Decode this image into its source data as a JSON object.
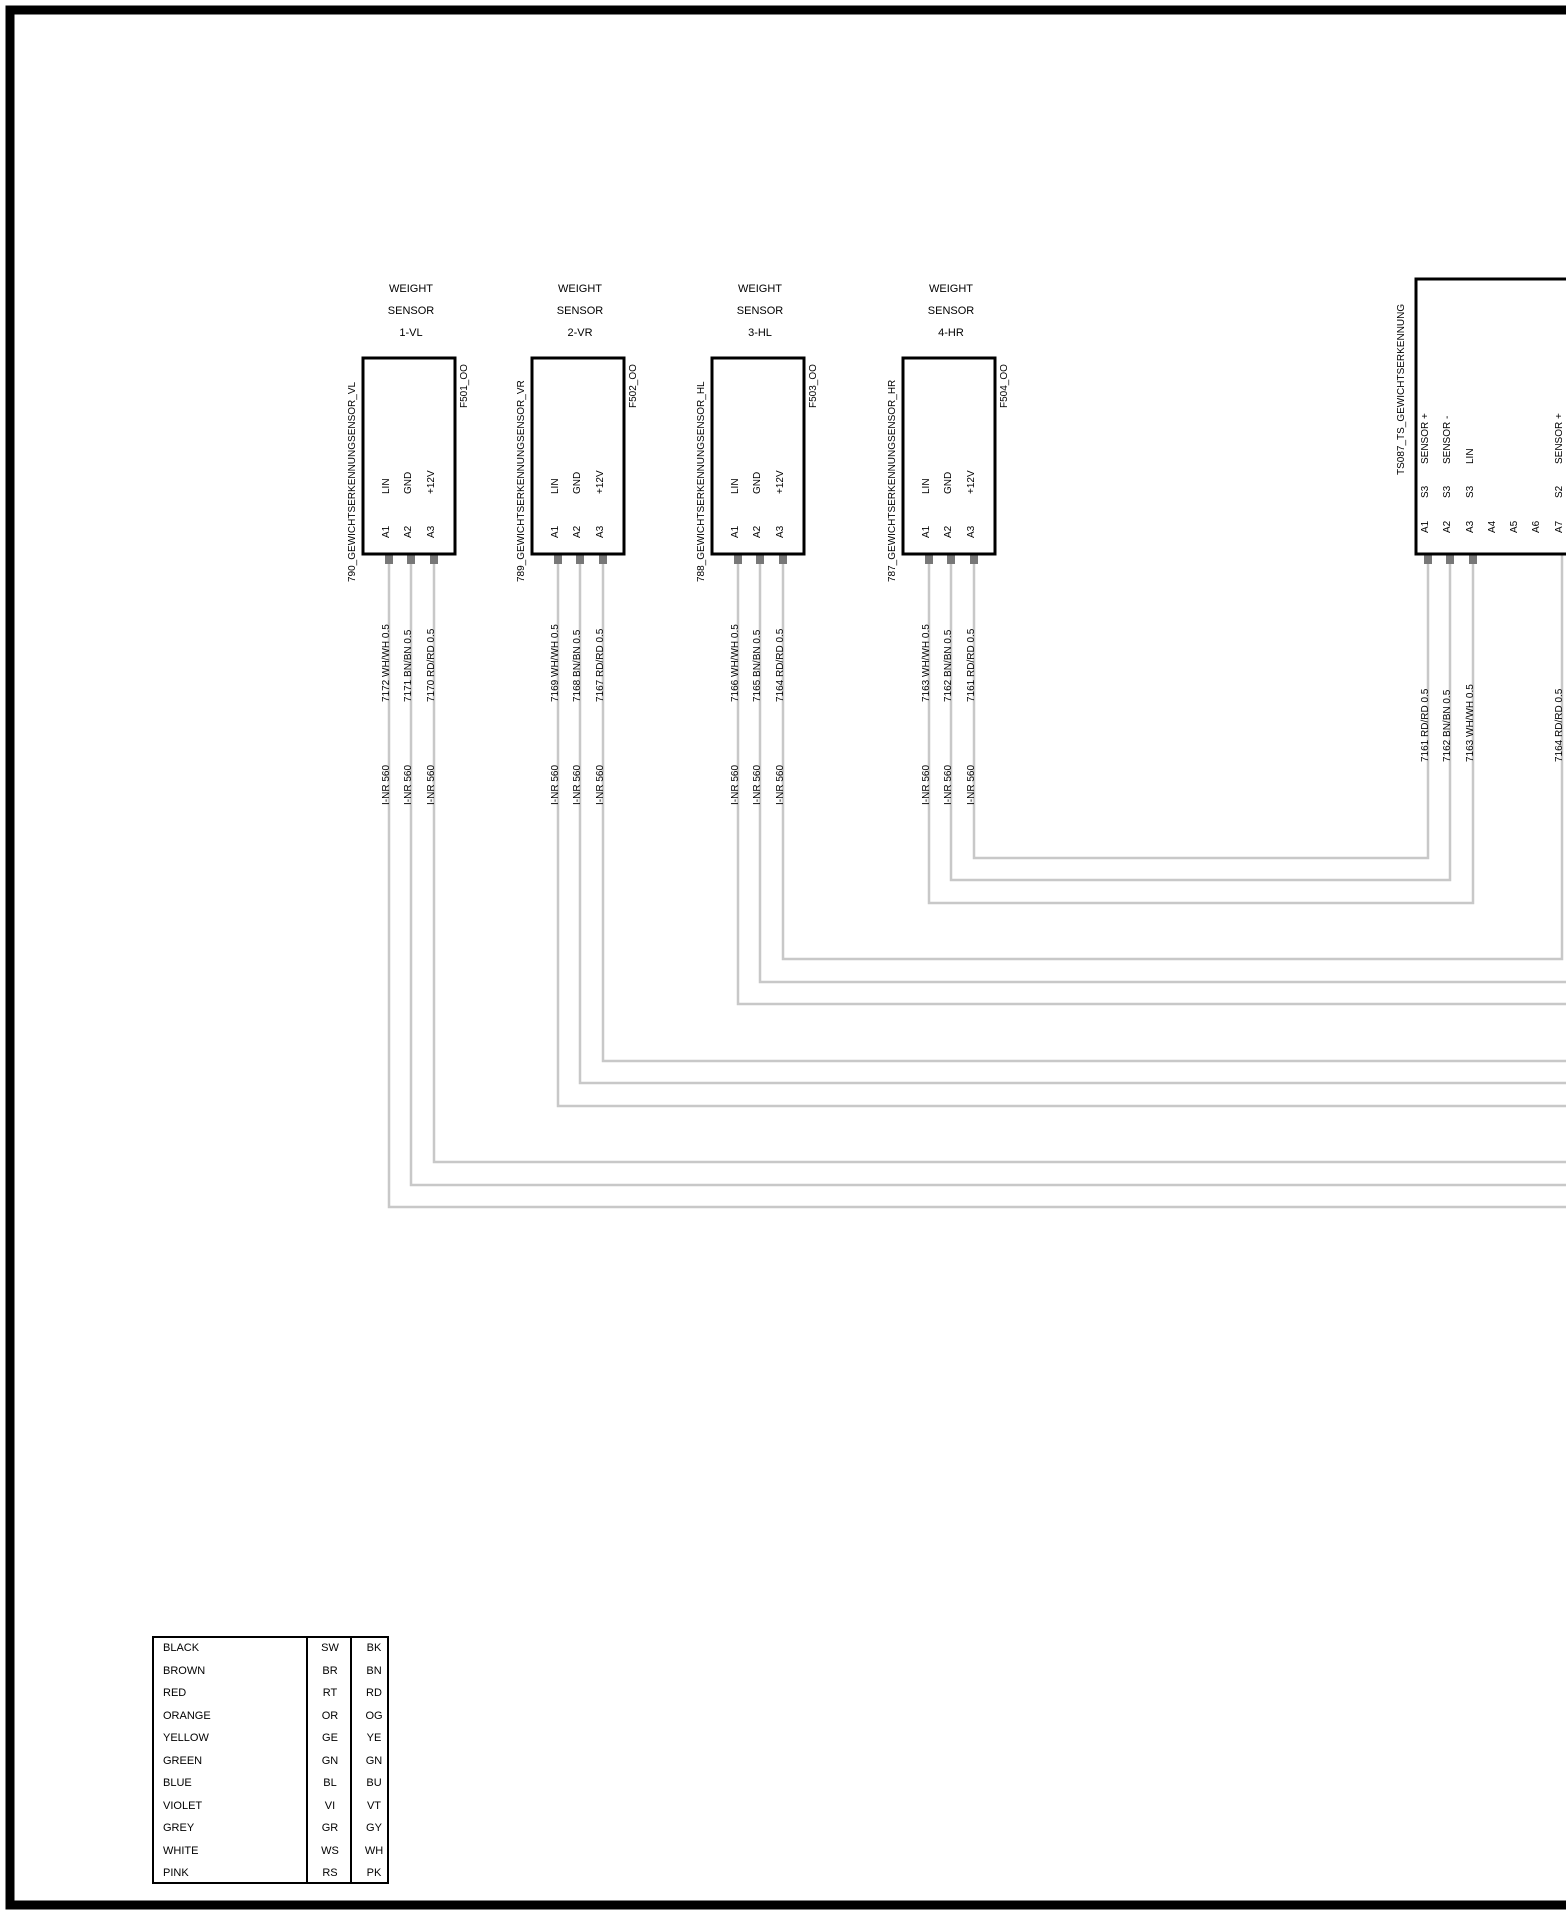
{
  "sensors": [
    {
      "title": [
        "WEIGHT",
        "SENSOR",
        "1-VL"
      ],
      "connector": "790_GEWICHTSERKENNUNGSENSOR_VL",
      "fuse": "F501_OO",
      "pins": [
        {
          "num": "A1",
          "name": "LIN"
        },
        {
          "num": "A2",
          "name": "GND"
        },
        {
          "num": "A3",
          "name": "+12V"
        }
      ],
      "wires": [
        "7172 WH/WH 0.5",
        "7171 BN/BN 0.5",
        "7170 RD/RD 0.5"
      ],
      "refs": [
        "I-NR 560",
        "I-NR 560",
        "I-NR 560"
      ]
    },
    {
      "title": [
        "WEIGHT",
        "SENSOR",
        "2-VR"
      ],
      "connector": "789_GEWICHTSERKENNUNGSENSOR_VR",
      "fuse": "F502_OO",
      "pins": [
        {
          "num": "A1",
          "name": "LIN"
        },
        {
          "num": "A2",
          "name": "GND"
        },
        {
          "num": "A3",
          "name": "+12V"
        }
      ],
      "wires": [
        "7169 WH/WH 0.5",
        "7168 BN/BN 0.5",
        "7167 RD/RD 0.5"
      ],
      "refs": [
        "I-NR 560",
        "I-NR 560",
        "I-NR 560"
      ]
    },
    {
      "title": [
        "WEIGHT",
        "SENSOR",
        "3-HL"
      ],
      "connector": "788_GEWICHTSERKENNUNGSENSOR_HL",
      "fuse": "F503_OO",
      "pins": [
        {
          "num": "A1",
          "name": "LIN"
        },
        {
          "num": "A2",
          "name": "GND"
        },
        {
          "num": "A3",
          "name": "+12V"
        }
      ],
      "wires": [
        "7166 WH/WH 0.5",
        "7165 BN/BN 0.5",
        "7164 RD/RD 0.5"
      ],
      "refs": [
        "I-NR 560",
        "I-NR 560",
        "I-NR 560"
      ]
    },
    {
      "title": [
        "WEIGHT",
        "SENSOR",
        "4-HR"
      ],
      "connector": "787_GEWICHTSERKENNUNGSENSOR_HR",
      "fuse": "F504_OO",
      "pins": [
        {
          "num": "A1",
          "name": "LIN"
        },
        {
          "num": "A2",
          "name": "GND"
        },
        {
          "num": "A3",
          "name": "+12V"
        }
      ],
      "wires": [
        "7163 WH/WH 0.5",
        "7162 BN/BN 0.5",
        "7161 RD/RD 0.5"
      ],
      "refs": [
        "I-NR 560",
        "I-NR 560",
        "I-NR 560"
      ]
    }
  ],
  "module": {
    "connector": "TS087_TS_GEWICHTSERKENNUNG",
    "pins": [
      {
        "num": "A1",
        "sub": "S3",
        "name": "SENSOR +"
      },
      {
        "num": "A2",
        "sub": "S3",
        "name": "SENSOR -"
      },
      {
        "num": "A3",
        "sub": "S3",
        "name": "LIN"
      },
      {
        "num": "A4",
        "sub": "",
        "name": ""
      },
      {
        "num": "A5",
        "sub": "",
        "name": ""
      },
      {
        "num": "A6",
        "sub": "",
        "name": ""
      },
      {
        "num": "A7",
        "sub": "S2",
        "name": "SENSOR +"
      }
    ],
    "wires": [
      "7161 RD/RD 0.5",
      "7162 BN/BN 0.5",
      "7163 WH/WH 0.5",
      "7164 RD/RD 0.5"
    ]
  },
  "legend": [
    {
      "name": "BLACK",
      "de": "SW",
      "en": "BK"
    },
    {
      "name": "BROWN",
      "de": "BR",
      "en": "BN"
    },
    {
      "name": "RED",
      "de": "RT",
      "en": "RD"
    },
    {
      "name": "ORANGE",
      "de": "OR",
      "en": "OG"
    },
    {
      "name": "YELLOW",
      "de": "GE",
      "en": "YE"
    },
    {
      "name": "GREEN",
      "de": "GN",
      "en": "GN"
    },
    {
      "name": "BLUE",
      "de": "BL",
      "en": "BU"
    },
    {
      "name": "VIOLET",
      "de": "VI",
      "en": "VT"
    },
    {
      "name": "GREY",
      "de": "GR",
      "en": "GY"
    },
    {
      "name": "WHITE",
      "de": "WS",
      "en": "WH"
    },
    {
      "name": "PINK",
      "de": "RS",
      "en": "PK"
    }
  ],
  "colors": {
    "wire": "#c8c8c8",
    "frame": "#000000"
  }
}
